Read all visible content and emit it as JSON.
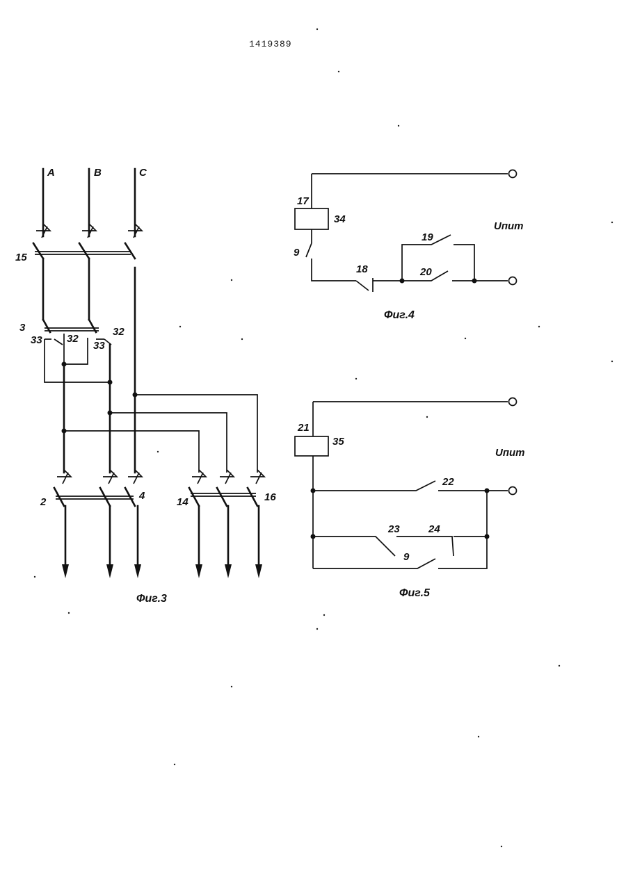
{
  "doc_number": "1419389",
  "fig3": {
    "caption": "Фиг.3",
    "phases": [
      "A",
      "B",
      "C"
    ],
    "labels": {
      "l15": "15",
      "l3": "3",
      "l32a": "32",
      "l32b": "32",
      "l33a": "33",
      "l33b": "33",
      "l2": "2",
      "l4": "4",
      "l14": "14",
      "l16": "16"
    }
  },
  "fig4": {
    "caption": "Фиг.4",
    "supply": "Uпит",
    "labels": {
      "l17": "17",
      "l34": "34",
      "l9": "9",
      "l18": "18",
      "l19": "19",
      "l20": "20"
    }
  },
  "fig5": {
    "caption": "Фиг.5",
    "supply": "Uпит",
    "labels": {
      "l21": "21",
      "l35": "35",
      "l22": "22",
      "l23": "23",
      "l24": "24",
      "l9": "9"
    }
  }
}
